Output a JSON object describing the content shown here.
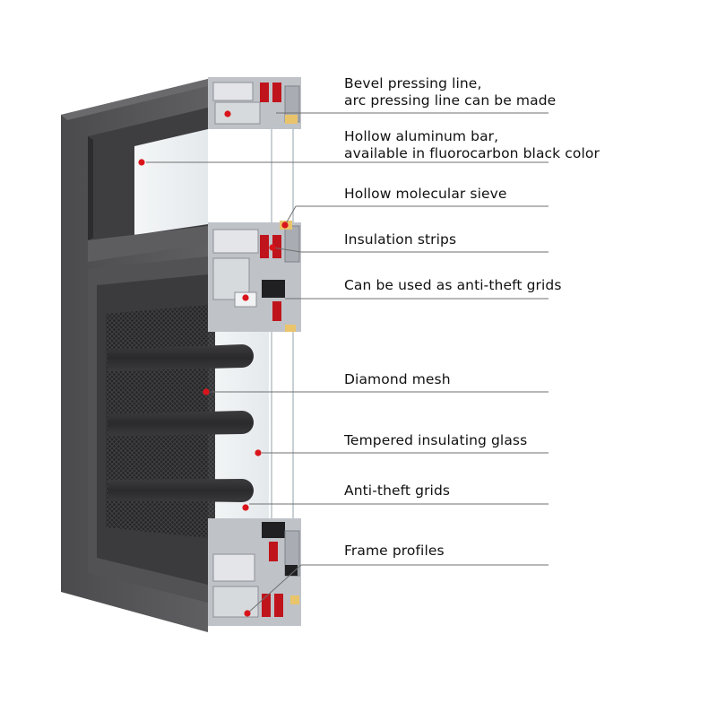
{
  "labels": [
    {
      "id": "bevel",
      "lines": [
        "Bevel pressing line,",
        "arc pressing line can be made"
      ]
    },
    {
      "id": "hollow-bar",
      "lines": [
        "Hollow aluminum bar,",
        "available in fluorocarbon black color"
      ]
    },
    {
      "id": "sieve",
      "lines": [
        "Hollow molecular sieve"
      ]
    },
    {
      "id": "strips",
      "lines": [
        "Insulation strips"
      ]
    },
    {
      "id": "anti-theft-use",
      "lines": [
        "Can be used as anti-theft grids"
      ]
    },
    {
      "id": "mesh",
      "lines": [
        "Diamond mesh"
      ]
    },
    {
      "id": "glass",
      "lines": [
        "Tempered insulating glass"
      ]
    },
    {
      "id": "grids",
      "lines": [
        "Anti-theft grids"
      ]
    },
    {
      "id": "frame",
      "lines": [
        "Frame profiles"
      ]
    }
  ],
  "colors": {
    "frame_face": "#58585a",
    "frame_dark": "#3a3a3c",
    "section": "#c9ccd1",
    "section_dark": "#8c9097",
    "insulation": "#c0141c",
    "mesh": "#232325",
    "glass": "#eef2f4",
    "marker": "#d9151b",
    "leader": "#6f6f6f"
  }
}
